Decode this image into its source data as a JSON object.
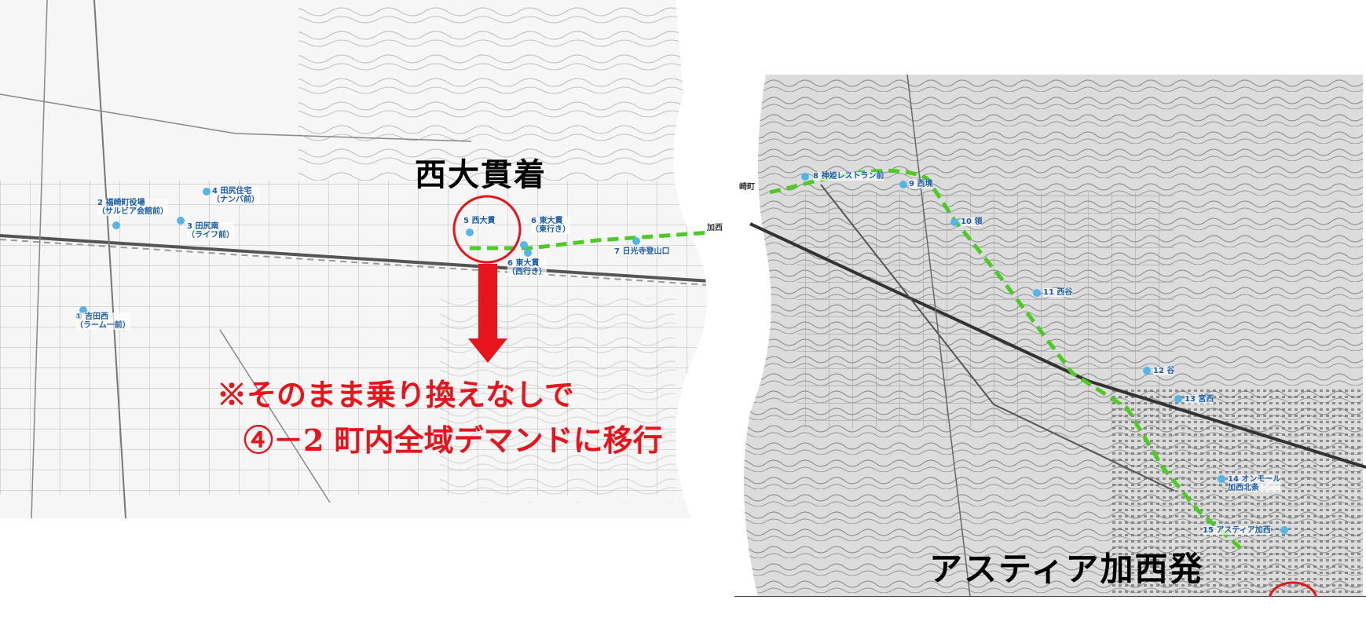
{
  "left_map": {
    "title": "西大貫着",
    "stops": [
      {
        "id": "stop-yoshida-nishi",
        "text": "① 吉田西\n（ラーム一前）"
      },
      {
        "id": "stop-fukusaki-office",
        "text": "2 福崎町役場\n（サルビア会館前）"
      },
      {
        "id": "stop-tajiri-minami",
        "text": "3 田尻南\n（ライフ前）"
      },
      {
        "id": "stop-tajiri-jutaku",
        "text": "4 田尻住宅\n（ナンバ前）"
      },
      {
        "id": "stop-nishi-onuki",
        "text": "5 西大貫"
      },
      {
        "id": "stop-higashi-onuki-east",
        "text": "6 東大貫\n（東行き）"
      },
      {
        "id": "stop-higashi-onuki-west",
        "text": "6 東大貫\n（西行き）"
      },
      {
        "id": "stop-nikkoji",
        "text": "7 日光寺登山口"
      }
    ],
    "town_label": "加西",
    "notice_line1": "※そのまま乗り換えなしで",
    "notice_line2": "④－2 町内全域デマンドに移行"
  },
  "right_map": {
    "title": "アスティア加西発",
    "town_label": "崎町",
    "stops": [
      {
        "id": "stop-kobe-restaurant",
        "text": "8 神姫レストラン前"
      },
      {
        "id": "stop-saikyo",
        "text": "9 西境"
      },
      {
        "id": "stop-ryo",
        "text": "10 領"
      },
      {
        "id": "stop-nishitani",
        "text": "11 西谷"
      },
      {
        "id": "stop-tani",
        "text": "12 谷"
      },
      {
        "id": "stop-miyanishi",
        "text": "13 宮西"
      },
      {
        "id": "stop-onmall",
        "text": "14 オンモール\n加西北条"
      },
      {
        "id": "stop-astia",
        "text": "15 アスティア加西"
      }
    ]
  },
  "colors": {
    "route": "#4ccb22",
    "stop": "#52b7e6",
    "accent": "#e8141b"
  }
}
